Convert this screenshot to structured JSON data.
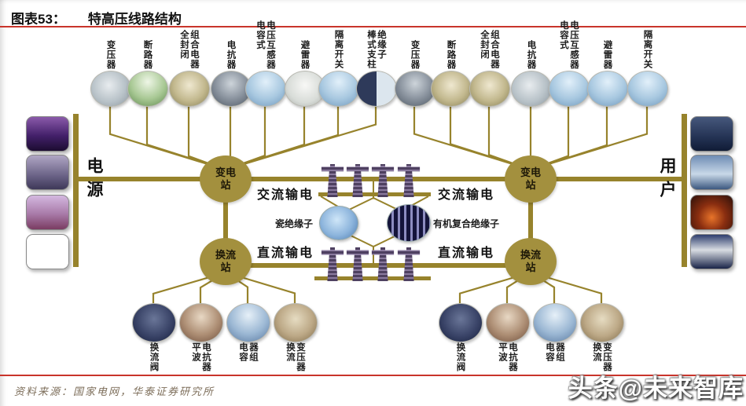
{
  "header": {
    "figure_label": "图表53：",
    "figure_title": "特高压线路结构"
  },
  "side_labels": {
    "source": "电源",
    "user": "用户"
  },
  "stations": {
    "substation_left": {
      "label": "变电\n站"
    },
    "substation_right": {
      "label": "变电\n站"
    },
    "converter_left": {
      "label": "换流\n站"
    },
    "converter_right": {
      "label": "换流\n站"
    }
  },
  "flow_labels": {
    "ac_left": "交流输电",
    "ac_right": "交流输电",
    "dc_left": "直流输电",
    "dc_right": "直流输电"
  },
  "insulator_labels": {
    "porcelain": "瓷绝缘子",
    "composite": "有机复合绝缘子"
  },
  "top_equipment": [
    {
      "label": "变压器",
      "tone": "steel"
    },
    {
      "label": "断路器",
      "tone": "green"
    },
    {
      "label": "全封闭\n组合电器",
      "tone": "hall"
    },
    {
      "label": "电抗器",
      "tone": "steeldark"
    },
    {
      "label": "电容式\n电压互感器",
      "tone": "sky"
    },
    {
      "label": "避雷器",
      "tone": "white"
    },
    {
      "label": "隔离开关",
      "tone": "sky"
    },
    {
      "label": "棒式支柱\n绝缘子",
      "tone": "split"
    },
    {
      "label": "变压器",
      "tone": "steeldark"
    },
    {
      "label": "断路器",
      "tone": "hall"
    },
    {
      "label": "全封闭\n组合电器",
      "tone": "hall"
    },
    {
      "label": "电抗器",
      "tone": "steel"
    },
    {
      "label": "电容式\n电压互感器",
      "tone": "sky"
    },
    {
      "label": "避雷器",
      "tone": "sky"
    },
    {
      "label": "隔离开关",
      "tone": "sky"
    }
  ],
  "bottom_equipment": [
    {
      "label": "换流阀",
      "tone": "navy"
    },
    {
      "label": "平波\n电抗器",
      "tone": "brown"
    },
    {
      "label": "电容\n器组",
      "tone": "bluewhite"
    },
    {
      "label": "换流\n变压器",
      "tone": "tan"
    },
    {
      "label": "换流阀",
      "tone": "navy"
    },
    {
      "label": "平波\n电抗器",
      "tone": "brown"
    },
    {
      "label": "电容\n器组",
      "tone": "bluewhite"
    },
    {
      "label": "换流\n变压器",
      "tone": "tan"
    }
  ],
  "source_photos": [
    "nuclear-plant-photo",
    "thermal-plant-photo",
    "wind-farm-photo",
    "hydropower-photo"
  ],
  "user_photos": [
    "city-building-photo",
    "high-speed-train-photo",
    "steel-furnace-photo",
    "satellite-dish-photo"
  ],
  "footer": {
    "source_text": "资料来源：国家电网，华泰证券研究所",
    "watermark": "头条@未来智库"
  },
  "colors": {
    "line_olive": "#97832c",
    "station_fill": "#a3903e",
    "accent_red": "#c9342b",
    "title_text": "#111111",
    "source_text": "#7d6e5a",
    "watermark_text": "#ffffff"
  }
}
